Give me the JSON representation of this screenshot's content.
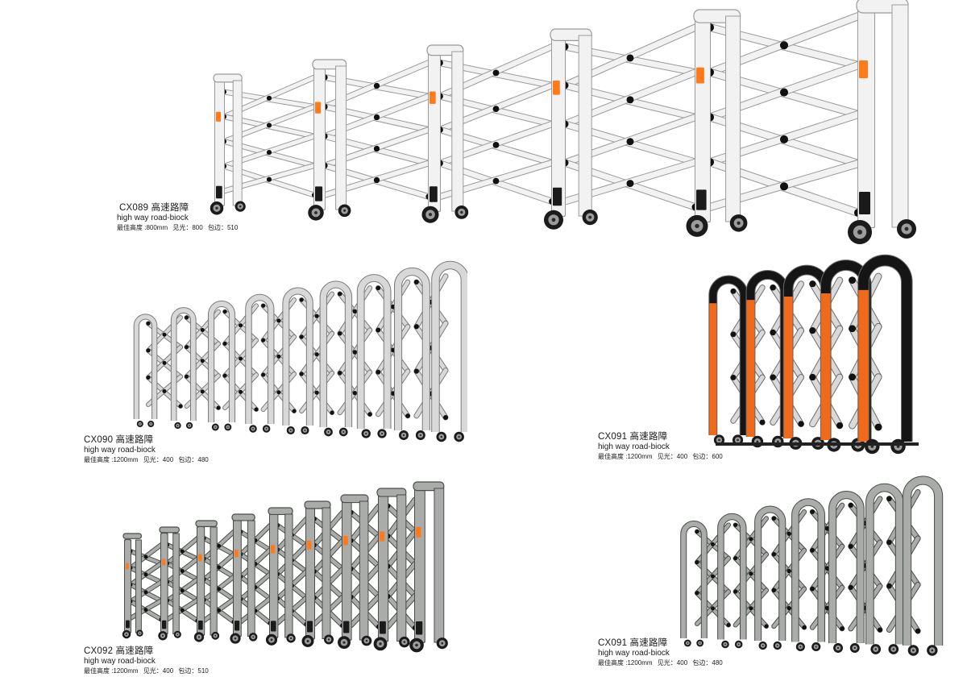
{
  "products": [
    {
      "model": "CX089 高速路障",
      "subtitle": "high way road-biock",
      "spec_height": "最佳高度 :800mm",
      "spec_gap": "见光：800",
      "spec_edge": "包边：510",
      "finish": "white",
      "icon": "scissor-gate-white-image"
    },
    {
      "model": "CX090 高速路障",
      "subtitle": "high way road-biock",
      "spec_height": "最佳高度 :1200mm",
      "spec_gap": "见光：400",
      "spec_edge": "包边：480",
      "finish": "aluminum",
      "icon": "scissor-gate-arched-image"
    },
    {
      "model": "CX091 高速路障",
      "subtitle": "high way road-biock",
      "spec_height": "最佳高度 :1200mm",
      "spec_gap": "见光：400",
      "spec_edge": "包边：600",
      "finish": "orange-black",
      "icon": "scissor-gate-orange-image"
    },
    {
      "model": "CX092 高速路障",
      "subtitle": "high way road-biock",
      "spec_height": "最佳高度 :1200mm",
      "spec_gap": "见光：400",
      "spec_edge": "包边：510",
      "finish": "stainless",
      "icon": "scissor-gate-stainless-image"
    },
    {
      "model": "CX091 高速路障",
      "subtitle": "high way road-biock",
      "spec_height": "最佳高度 :1200mm",
      "spec_gap": "见光：400",
      "spec_edge": "包边：480",
      "finish": "stainless-arched",
      "icon": "scissor-gate-stainless-arched-image"
    }
  ],
  "colors": {
    "white_frame": "#f2f2f2",
    "white_edge": "#9a9a9a",
    "aluminum": "#d8d8d8",
    "aluminum_edge": "#7a7a7a",
    "stainless": "#a9aca9",
    "stainless_edge": "#4a4d4a",
    "orange": "#f06a1c",
    "black": "#151515",
    "reflector": "#ff7a1a"
  }
}
